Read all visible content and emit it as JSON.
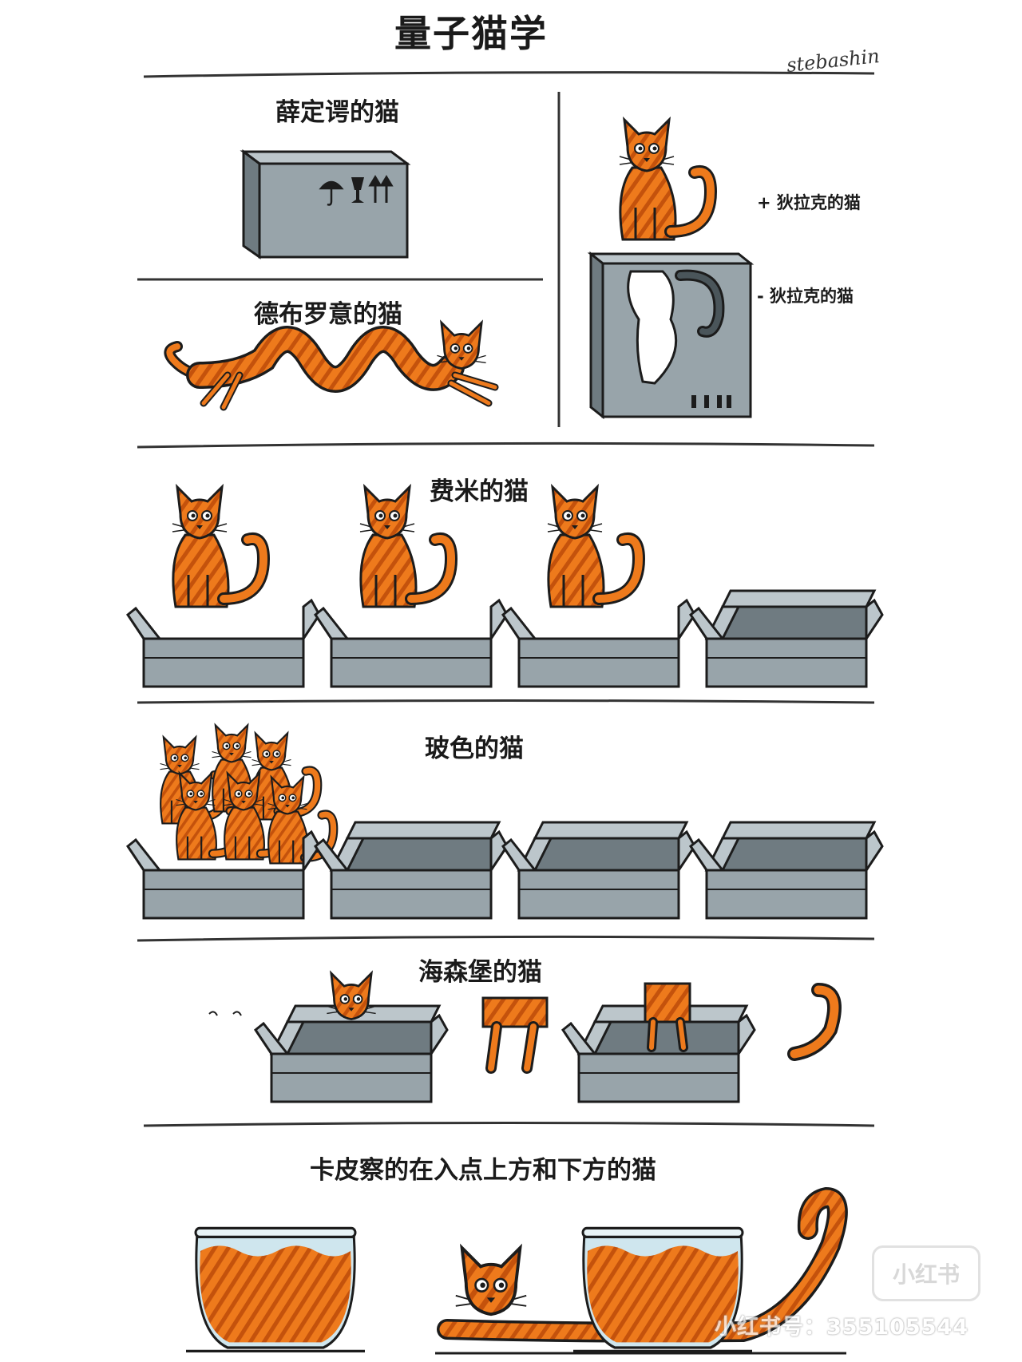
{
  "title": "量子猫学",
  "signature": "stebashin",
  "sections": {
    "schrodinger": "薛定谔的猫",
    "broglie": "德布罗意的猫",
    "dirac_plus": "+ 狄拉克的猫",
    "dirac_minus": "- 狄拉克的猫",
    "fermi": "费米的猫",
    "bose": "玻色的猫",
    "heisenberg": "海森堡的猫",
    "kapitsa": "卡皮察的在入点上方和下方的猫"
  },
  "watermark": {
    "logo": "小红书",
    "text": "小红书号：355105544"
  },
  "colors": {
    "cat_orange": "#ee7a1c",
    "stripe": "#c4520c",
    "box_front": "#98a4aa",
    "box_top": "#bcc6cb",
    "box_dark": "#6f7b81",
    "outline": "#1c1c1c",
    "glass": "#cfe6ee"
  },
  "icons": [
    "umbrella-icon",
    "glass-icon",
    "this-way-up-icon"
  ]
}
